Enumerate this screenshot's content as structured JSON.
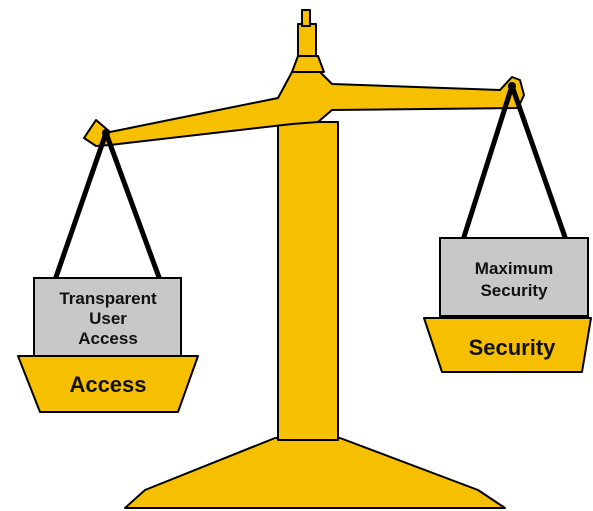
{
  "diagram": {
    "left_pan": {
      "label": "Access",
      "box_lines": [
        "Transparent",
        "User",
        "Access"
      ]
    },
    "right_pan": {
      "label": "Security",
      "box_lines": [
        "Maximum",
        "Security"
      ]
    },
    "colors": {
      "scale": "#f6c000",
      "outline": "#000000",
      "box": "#c8c8c8",
      "text": "#111111"
    }
  }
}
